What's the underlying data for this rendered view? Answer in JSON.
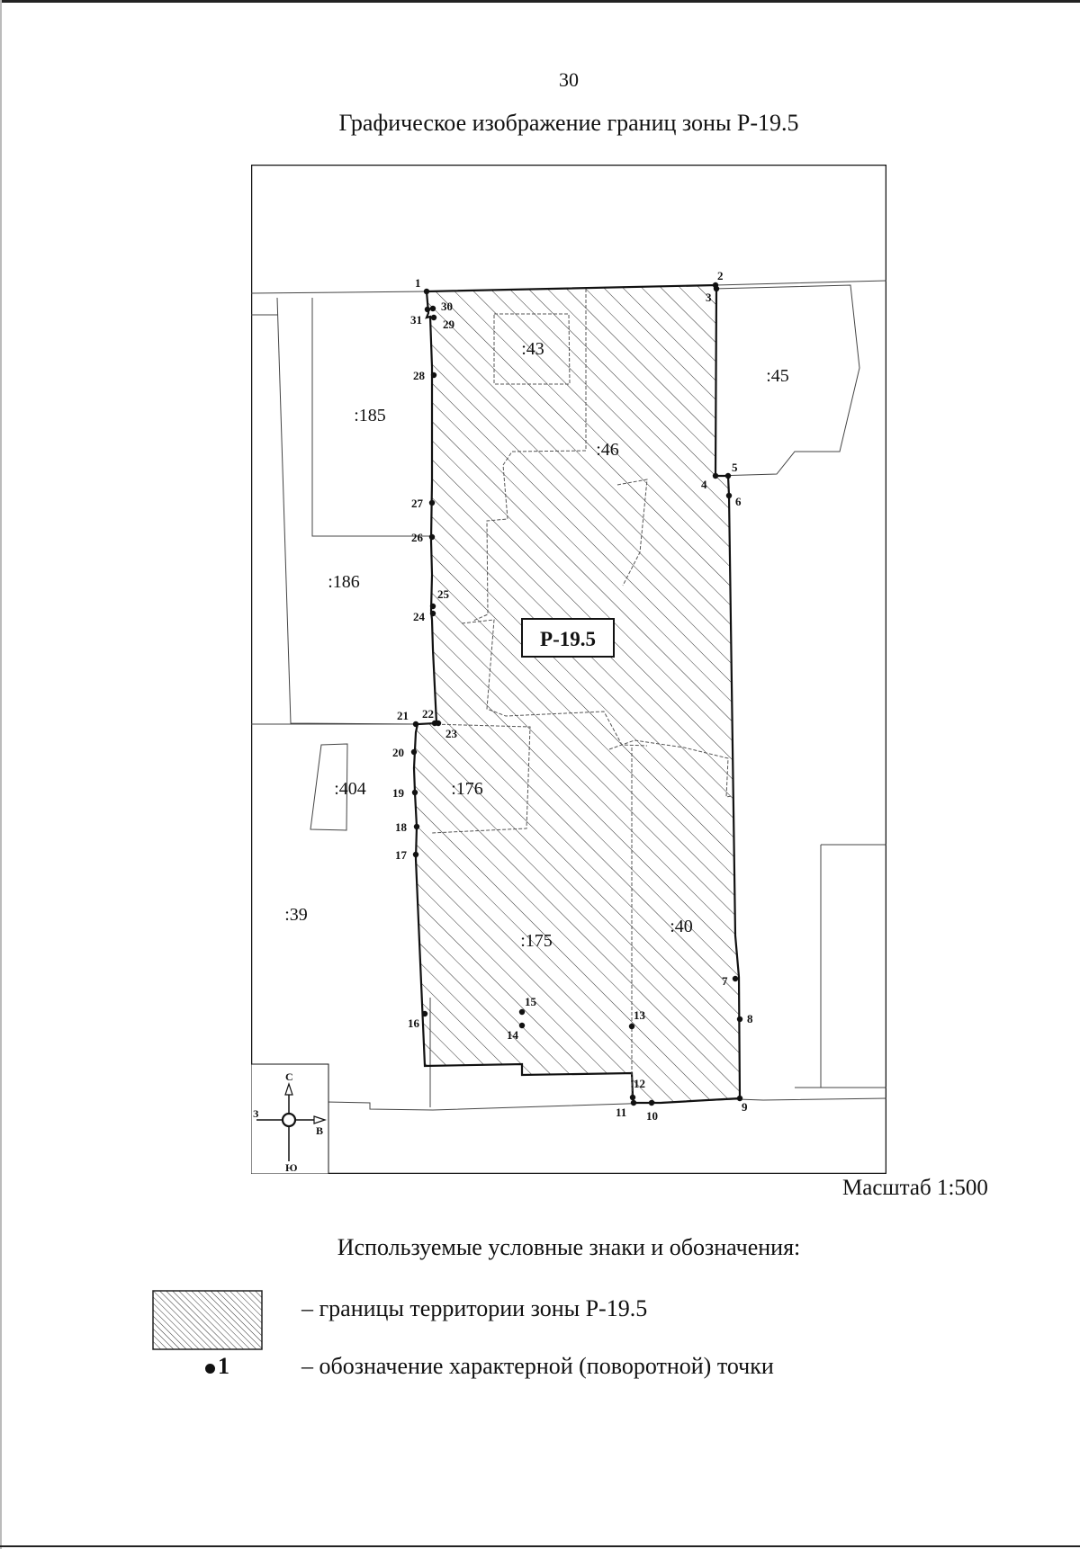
{
  "page": {
    "number": "30",
    "title": "Графическое изображение границ зоны Р-19.5"
  },
  "map": {
    "zone_label": "Р-19.5",
    "scale": "Масштаб 1:500",
    "colors": {
      "line": "#111111",
      "hatch": "#333333",
      "background": "#ffffff"
    },
    "compass": {
      "north": "С",
      "south": "Ю",
      "east": "В",
      "west": "З"
    },
    "parcels": [
      {
        "label": ":43"
      },
      {
        "label": ":45"
      },
      {
        "label": ":185"
      },
      {
        "label": ":46"
      },
      {
        "label": ":186"
      },
      {
        "label": ":404"
      },
      {
        "label": ":176"
      },
      {
        "label": ":39"
      },
      {
        "label": ":175"
      },
      {
        "label": ":40"
      }
    ],
    "points": [
      "1",
      "2",
      "3",
      "4",
      "5",
      "6",
      "7",
      "8",
      "9",
      "10",
      "11",
      "12",
      "13",
      "14",
      "15",
      "16",
      "17",
      "18",
      "19",
      "20",
      "21",
      "22",
      "23",
      "24",
      "25",
      "26",
      "27",
      "28",
      "29",
      "30",
      "31"
    ]
  },
  "legend": {
    "title": "Используемые условные знаки и обозначения:",
    "items": [
      {
        "symbol": "hatch-swatch",
        "text": "– границы территории зоны Р-19.5"
      },
      {
        "symbol": "point-marker",
        "label": "1",
        "text": "– обозначение характерной (поворотной) точки"
      }
    ]
  }
}
